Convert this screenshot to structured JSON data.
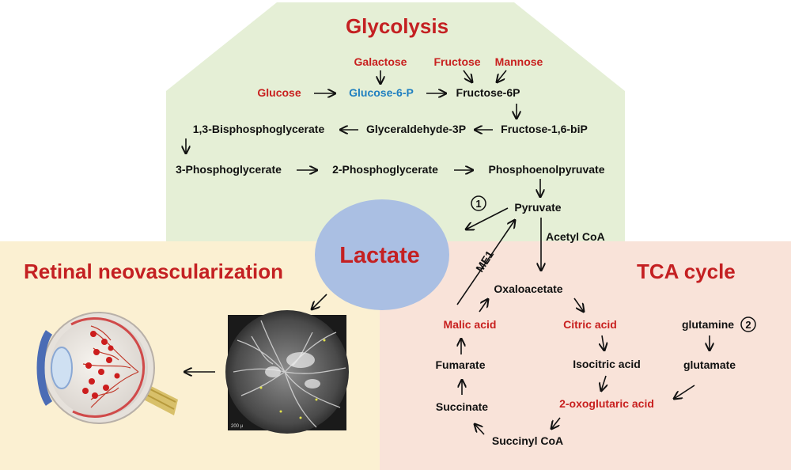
{
  "colors": {
    "glycolysis_bg": "#e5efd6",
    "retinal_bg": "#fbf0d2",
    "tca_bg": "#f9e3d9",
    "lactate_fill": "#aabfe3",
    "heading_red": "#c42022",
    "metabolite_red": "#c8201f",
    "metabolite_blue": "#1f7fc0"
  },
  "sections": {
    "glycolysis": "Glycolysis",
    "retinal": "Retinal neovascularization",
    "tca": "TCA cycle"
  },
  "center": {
    "lactate": "Lactate"
  },
  "glycolysis": {
    "galactose": "Galactose",
    "fructose": "Fructose",
    "mannose": "Mannose",
    "glucose": "Glucose",
    "glucose6p": "Glucose-6-P",
    "fructose6p": "Fructose-6P",
    "fructose16bip": "Fructose-1,6-biP",
    "g3p": "Glyceraldehyde-3P",
    "bpg13": "1,3-Bisphosphoglycerate",
    "pg3": "3-Phosphoglycerate",
    "pg2": "2-Phosphoglycerate",
    "pep": "Phosphoenolpyruvate",
    "pyruvate": "Pyruvate"
  },
  "markers": {
    "one": "1",
    "two": "2"
  },
  "enzyme_labels": {
    "acetyl_coa": "Acetyl CoA",
    "me1": "ME1"
  },
  "tca": {
    "oxaloacetate": "Oxaloacetate",
    "citric": "Citric acid",
    "isocitric": "Isocitric acid",
    "oxoglutaric": "2-oxoglutaric acid",
    "succinyl": "Succinyl CoA",
    "succinate": "Succinate",
    "fumarate": "Fumarate",
    "malic": "Malic acid",
    "glutamine": "glutamine",
    "glutamate": "glutamate"
  },
  "image_caption": {
    "scale": "200 µ"
  },
  "icons": {
    "eye": "eye-cross-section-icon",
    "angiogram": "fundus-angiogram-image"
  }
}
